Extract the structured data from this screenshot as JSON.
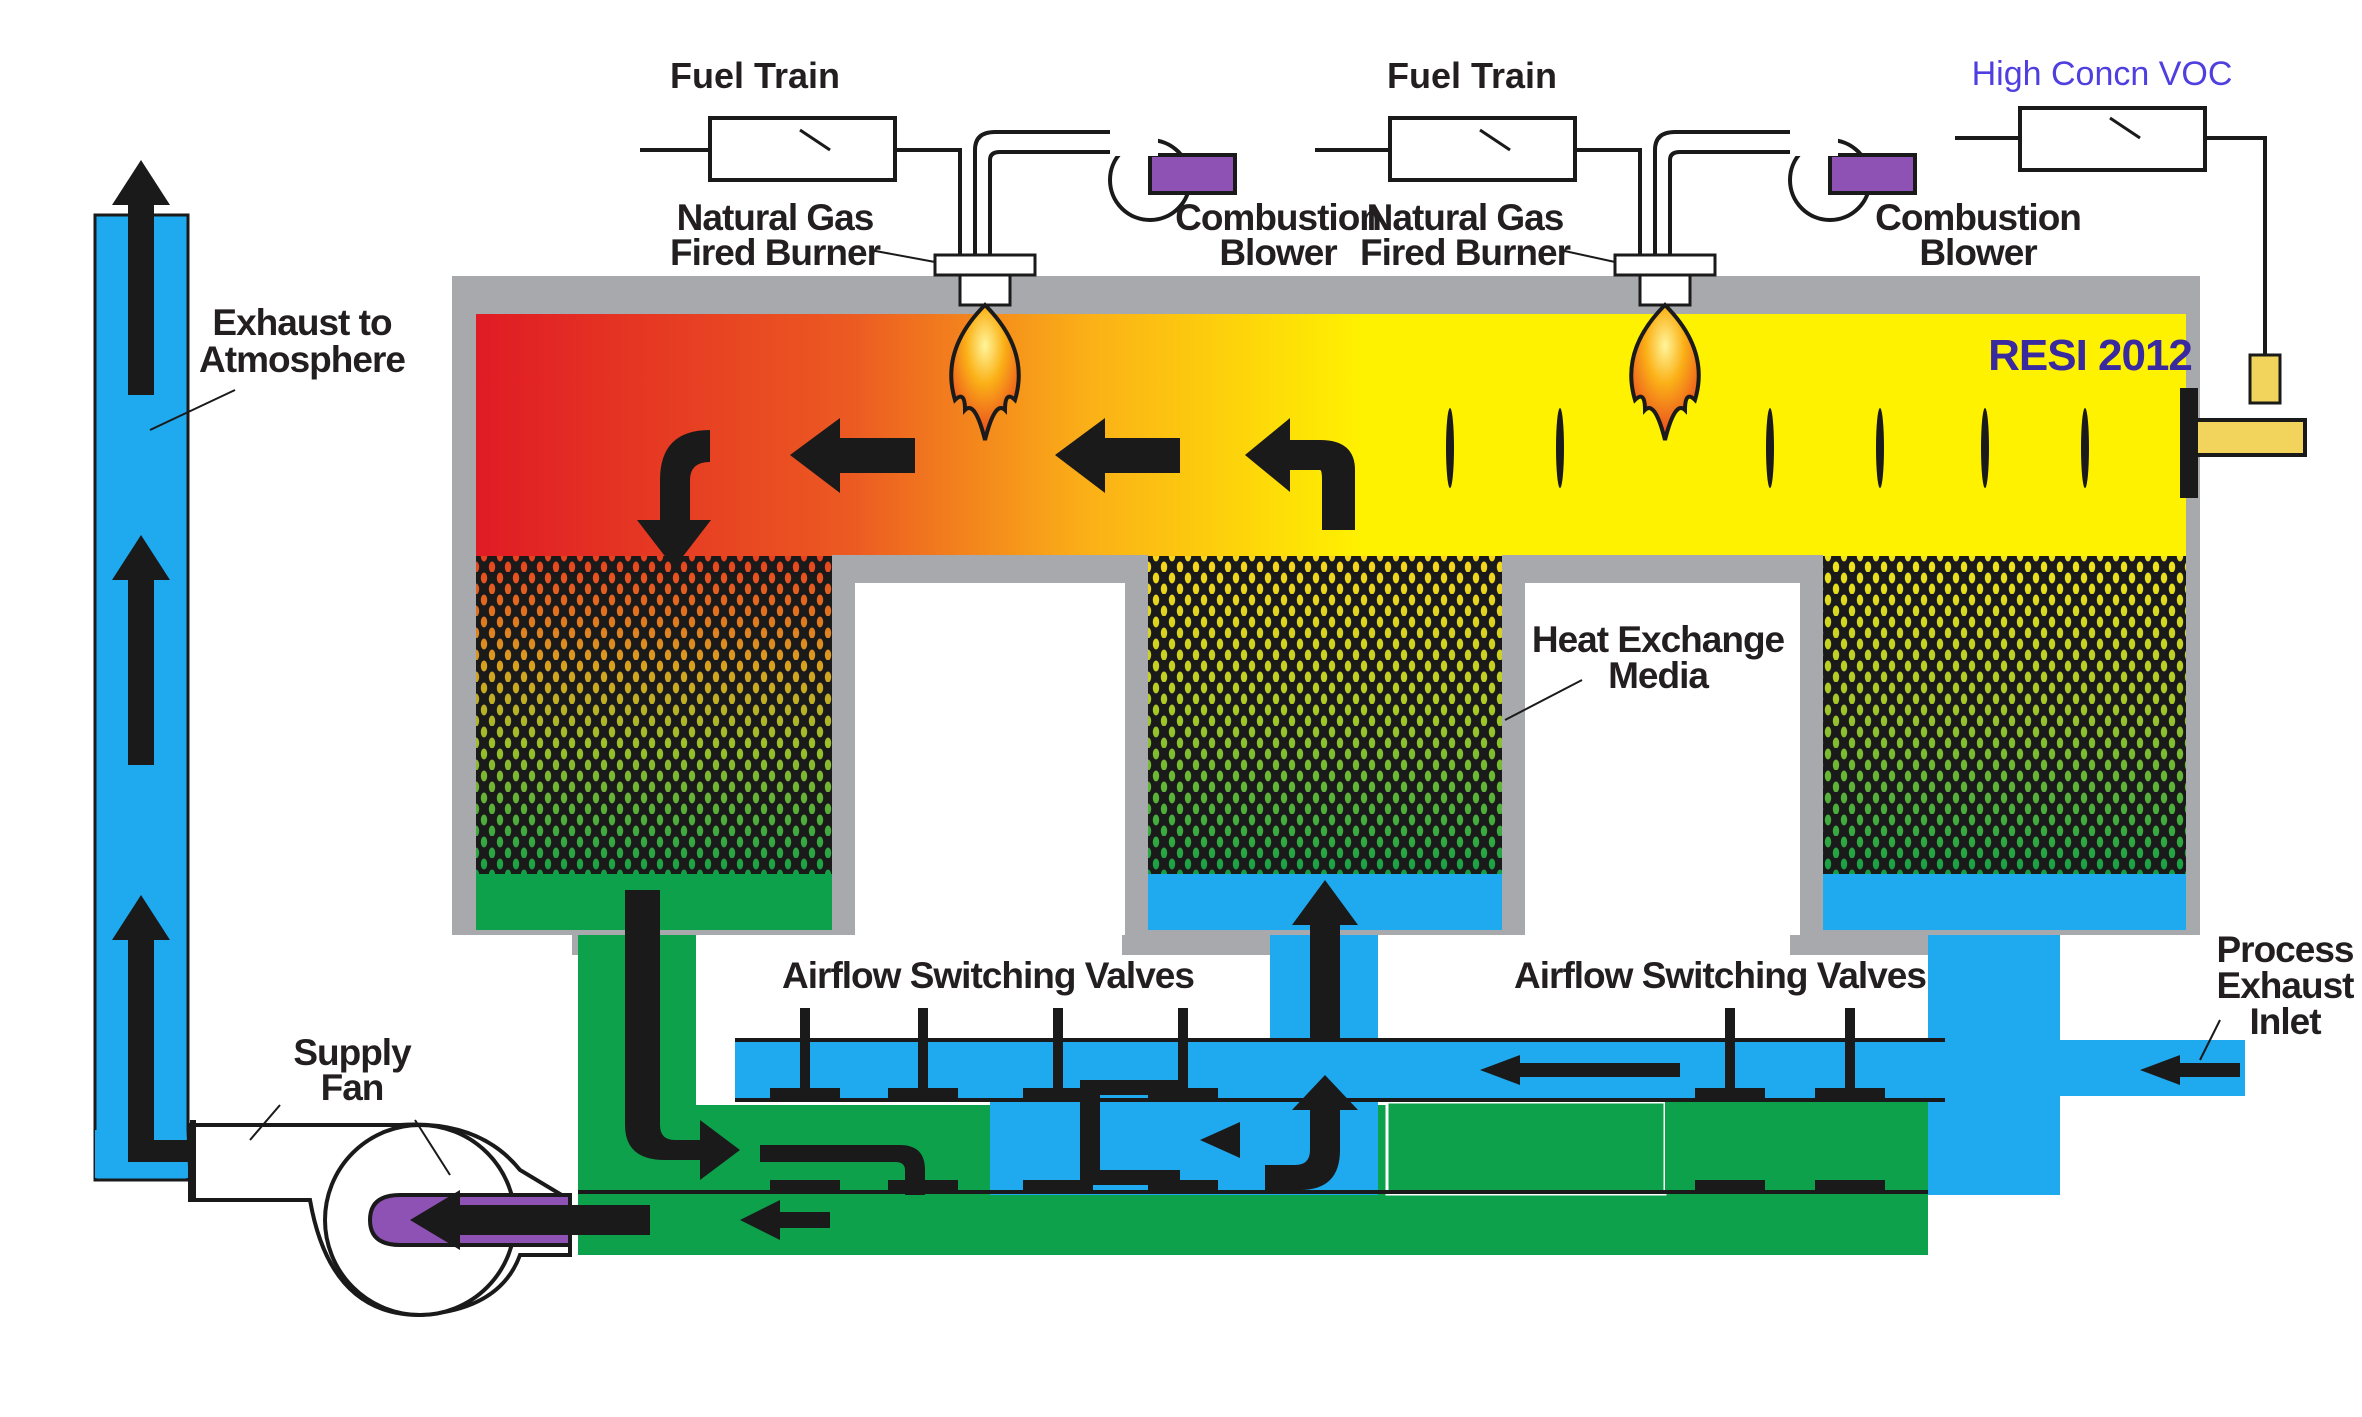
{
  "labels": {
    "fuel_train_1": "Fuel Train",
    "fuel_train_2": "Fuel Train",
    "high_voc": "High Concn VOC",
    "burner_1_line1": "Natural Gas",
    "burner_1_line2": "Fired Burner",
    "burner_2_line1": "Natural Gas",
    "burner_2_line2": "Fired Burner",
    "blower_1_line1": "Combustion",
    "blower_1_line2": "Blower",
    "blower_2_line1": "Combustion",
    "blower_2_line2": "Blower",
    "exhaust_line1": "Exhaust to",
    "exhaust_line2": "Atmosphere",
    "resi": "RESI 2012",
    "media_line1": "Heat Exchange",
    "media_line2": "Media",
    "valves_1": "Airflow Switching Valves",
    "valves_2": "Airflow Switching Valves",
    "process_line1": "Process",
    "process_line2": "Exhaust",
    "process_line3": "Inlet",
    "fan_line1": "Supply",
    "fan_line2": "Fan"
  },
  "colors": {
    "hot": "#e01b24",
    "warm": "#f7941d",
    "combustion": "#fff200",
    "exhaust_duct": "#1fa9ef",
    "clean_duct": "#0ea14b",
    "shell": "#a7a9ac",
    "blower": "#8e52b5",
    "flow_arrow": "#1a1a1a"
  }
}
